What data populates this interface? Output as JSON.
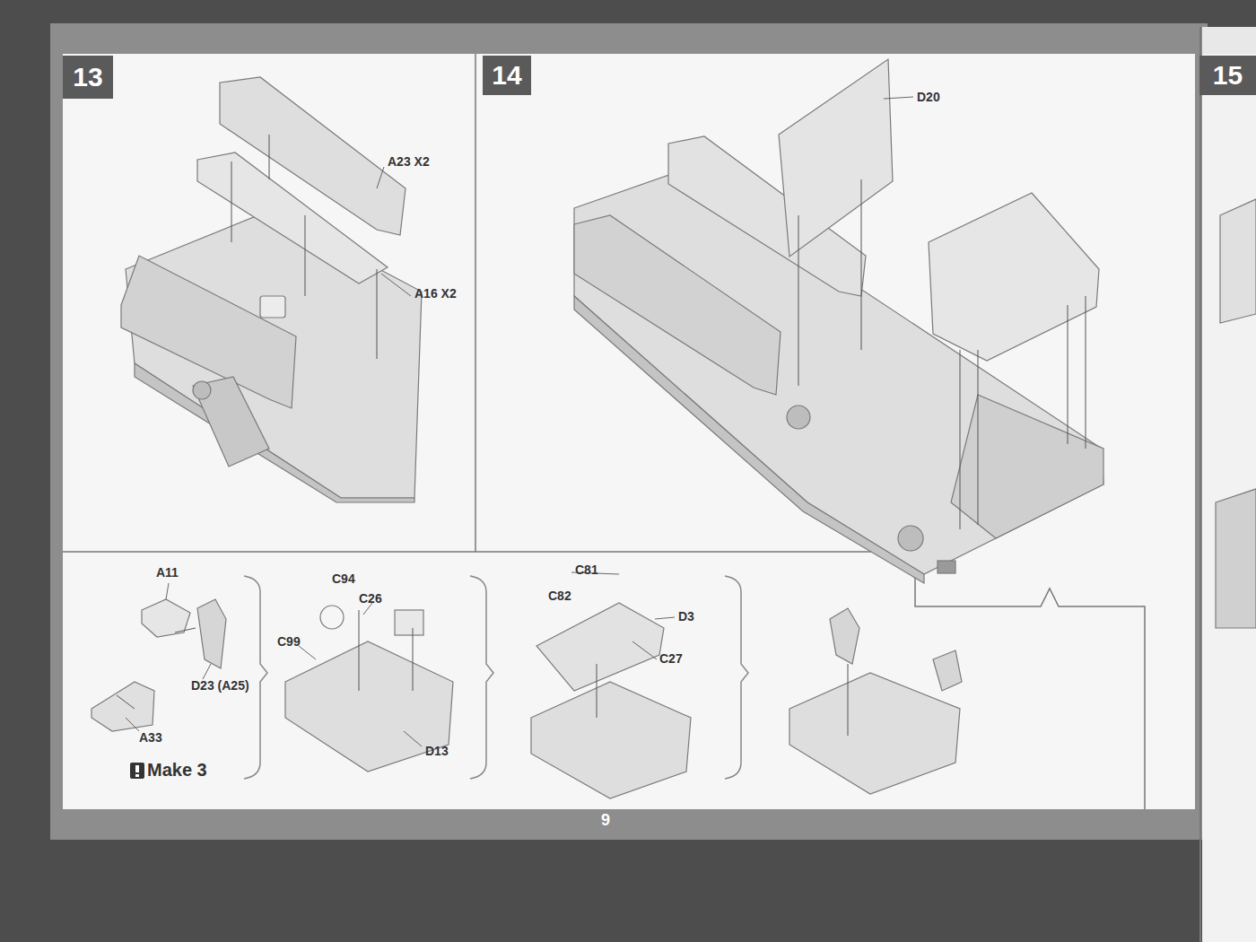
{
  "diagram": {
    "nodes": [
      {
        "text": [
          "13"
        ]
      },
      {
        "text": [
          "14"
        ]
      },
      {
        "text": [
          "15"
        ]
      }
    ],
    "labels": [
      "A23 X2",
      "A16 X2",
      "D20",
      "A11",
      "C94",
      "C26",
      "C99",
      "D23 (A25)",
      "A33",
      "Make 3",
      "D13",
      "C81",
      "C82",
      "D3",
      "C27",
      "9"
    ]
  }
}
